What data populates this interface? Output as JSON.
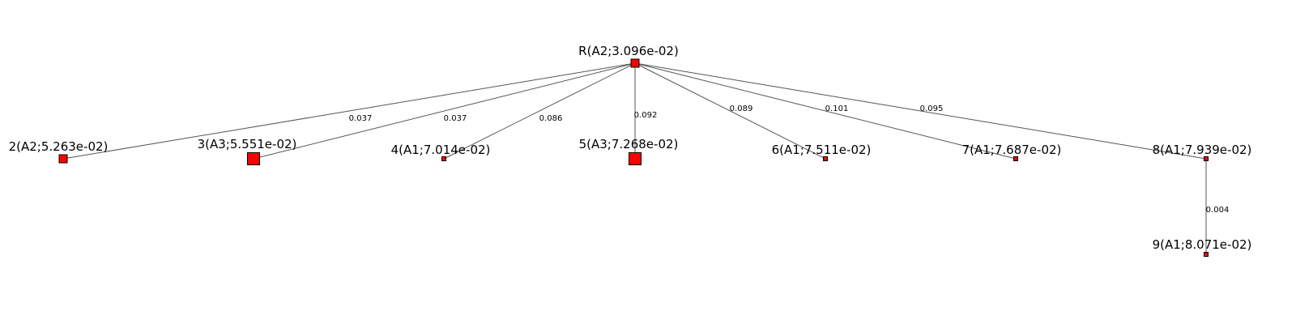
{
  "colors": {
    "node_fill": "#ff0000",
    "node_stroke": "#000000",
    "edge": "#555555"
  },
  "nodes": [
    {
      "id": "R",
      "label": "R(A2;3.096e-02)",
      "group": "A2"
    },
    {
      "id": "2",
      "label": "2(A2;5.263e-02)",
      "group": "A2"
    },
    {
      "id": "3",
      "label": "3(A3;5.551e-02)",
      "group": "A3"
    },
    {
      "id": "4",
      "label": "4(A1;7.014e-02)",
      "group": "A1"
    },
    {
      "id": "5",
      "label": "5(A3;7.268e-02)",
      "group": "A3"
    },
    {
      "id": "6",
      "label": "6(A1;7.511e-02)",
      "group": "A1"
    },
    {
      "id": "7",
      "label": "7(A1;7.687e-02)",
      "group": "A1"
    },
    {
      "id": "8",
      "label": "8(A1;7.939e-02)",
      "group": "A1"
    },
    {
      "id": "9",
      "label": "9(A1;8.071e-02)",
      "group": "A1"
    }
  ],
  "edges": [
    {
      "from": "R",
      "to": "2",
      "label": "0.037"
    },
    {
      "from": "R",
      "to": "3",
      "label": "0.037"
    },
    {
      "from": "R",
      "to": "4",
      "label": "0.086"
    },
    {
      "from": "R",
      "to": "5",
      "label": "0.092"
    },
    {
      "from": "R",
      "to": "6",
      "label": "0.089"
    },
    {
      "from": "R",
      "to": "7",
      "label": "0.101"
    },
    {
      "from": "R",
      "to": "8",
      "label": "0.095"
    },
    {
      "from": "8",
      "to": "9",
      "label": "0.004"
    }
  ]
}
